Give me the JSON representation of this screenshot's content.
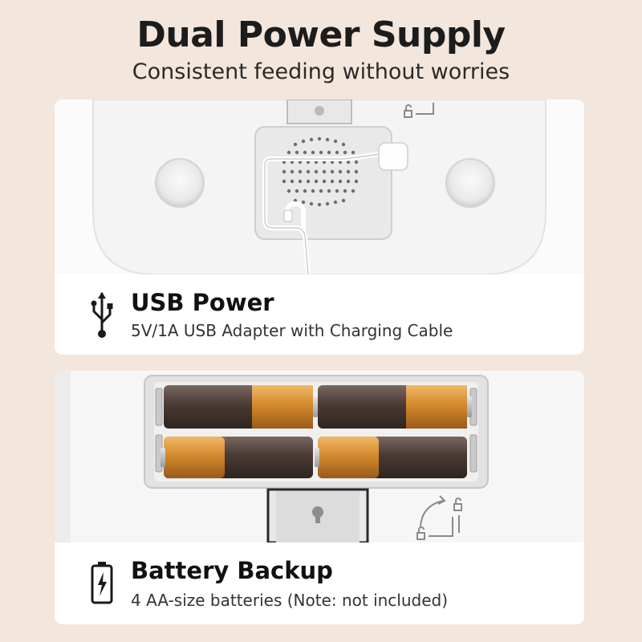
{
  "header": {
    "title": "Dual Power Supply",
    "subtitle": "Consistent feeding without worries"
  },
  "features": [
    {
      "icon": "usb-icon",
      "title": "USB Power",
      "description": "5V/1A USB Adapter with Charging Cable"
    },
    {
      "icon": "battery-icon",
      "title": "Battery Backup",
      "description": "4 AA-size batteries (Note: not included)"
    }
  ],
  "colors": {
    "background": "#f3e6dc",
    "panel": "#ffffff",
    "battery_gold": "#d9963c",
    "battery_dark": "#5a4a42"
  }
}
